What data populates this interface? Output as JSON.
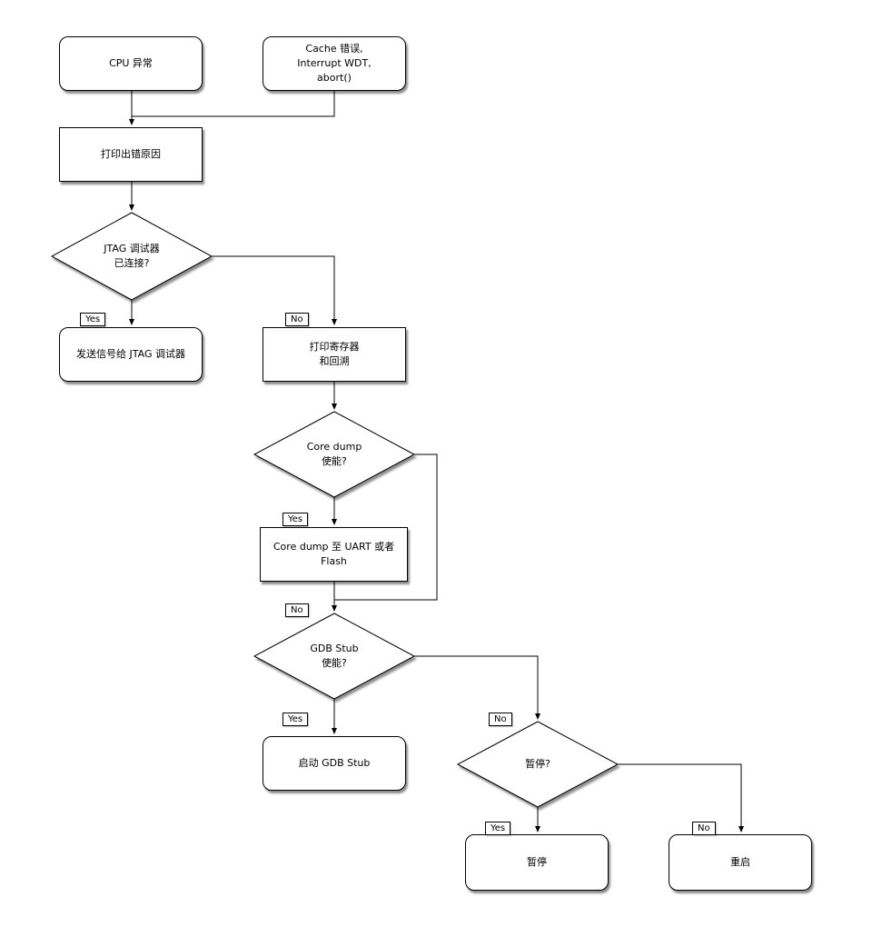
{
  "diagram": {
    "type": "flowchart",
    "nodes": {
      "cpu_exception": "CPU 异常",
      "cache_error": "Cache 错误,\nInterrupt WDT,\nabort()",
      "print_cause": "打印出错原因",
      "jtag_connected": "JTAG 调试器\n已连接?",
      "send_signal_jtag": "发送信号给 JTAG 调试器",
      "print_registers": "打印寄存器\n和回溯",
      "core_dump_enabled": "Core dump\n使能?",
      "core_dump_target": "Core dump 至 UART 或者 Flash",
      "gdb_stub_enabled": "GDB Stub\n使能?",
      "start_gdb_stub": "启动 GDB Stub",
      "halt_question": "暂停?",
      "halt": "暂停",
      "reboot": "重启"
    },
    "edge_labels": {
      "jtag_yes": "Yes",
      "jtag_no": "No",
      "coredump_yes": "Yes",
      "coredump_no": "No",
      "gdbstub_yes": "Yes",
      "gdbstub_no": "No",
      "halt_yes": "Yes",
      "halt_no": "No"
    }
  }
}
